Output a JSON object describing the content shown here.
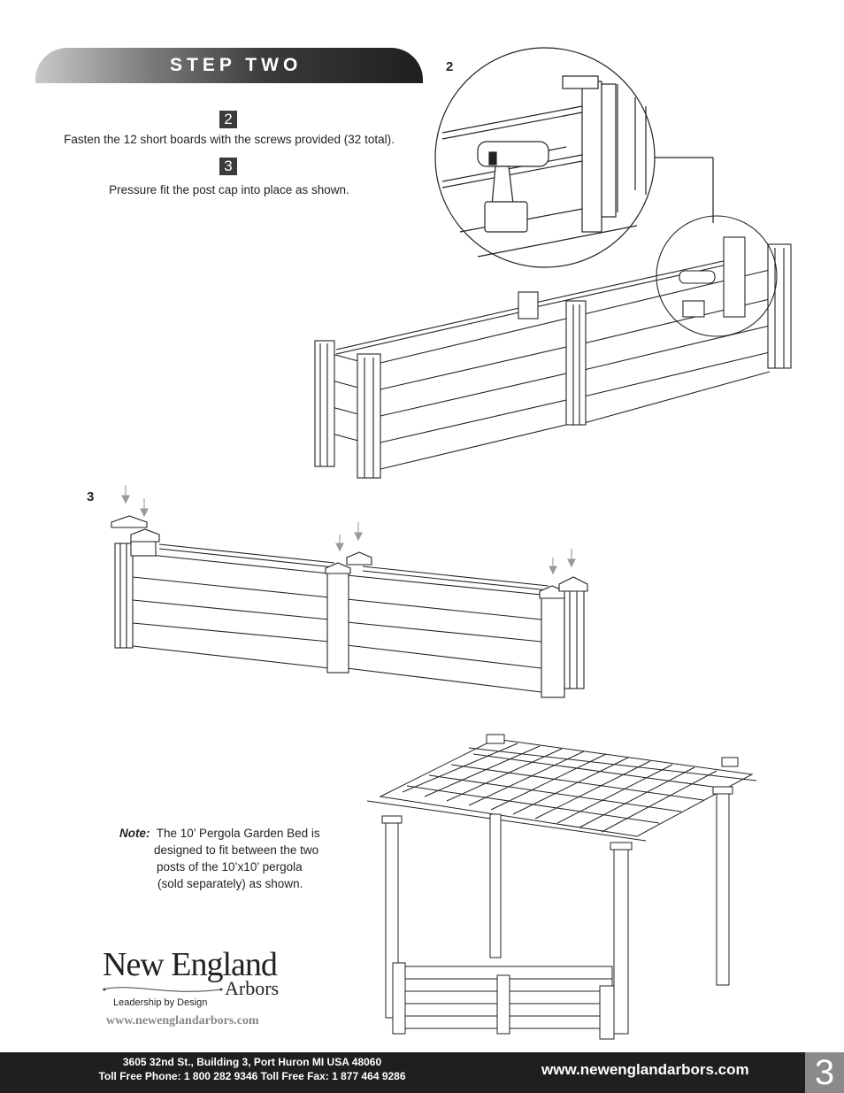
{
  "header": {
    "step_title": "STEP TWO"
  },
  "instructions": [
    {
      "number": "2",
      "text": "Fasten the 12 short boards with the screws provided (32 total)."
    },
    {
      "number": "3",
      "text": "Pressure fit the post cap into place as shown."
    }
  ],
  "figures": {
    "fig2_label": "2",
    "fig3_label": "3"
  },
  "note": {
    "label": "Note:",
    "line1": "The 10’ Pergola Garden Bed is",
    "line2": "designed to fit between the two",
    "line3": "posts of the 10’x10’ pergola",
    "line4": "(sold separately) as shown."
  },
  "logo": {
    "brand": "New England",
    "sub": "Arbors",
    "tagline": "Leadership by Design",
    "url": "www.newenglandarbors.com"
  },
  "footer": {
    "address": "3605 32nd St., Building 3, Port Huron MI  USA  48060",
    "phones": "Toll Free Phone:  1 800 282 9346  Toll Free Fax:  1 877 464 9286",
    "url": "www.newenglandarbors.com",
    "page_number": "3"
  }
}
